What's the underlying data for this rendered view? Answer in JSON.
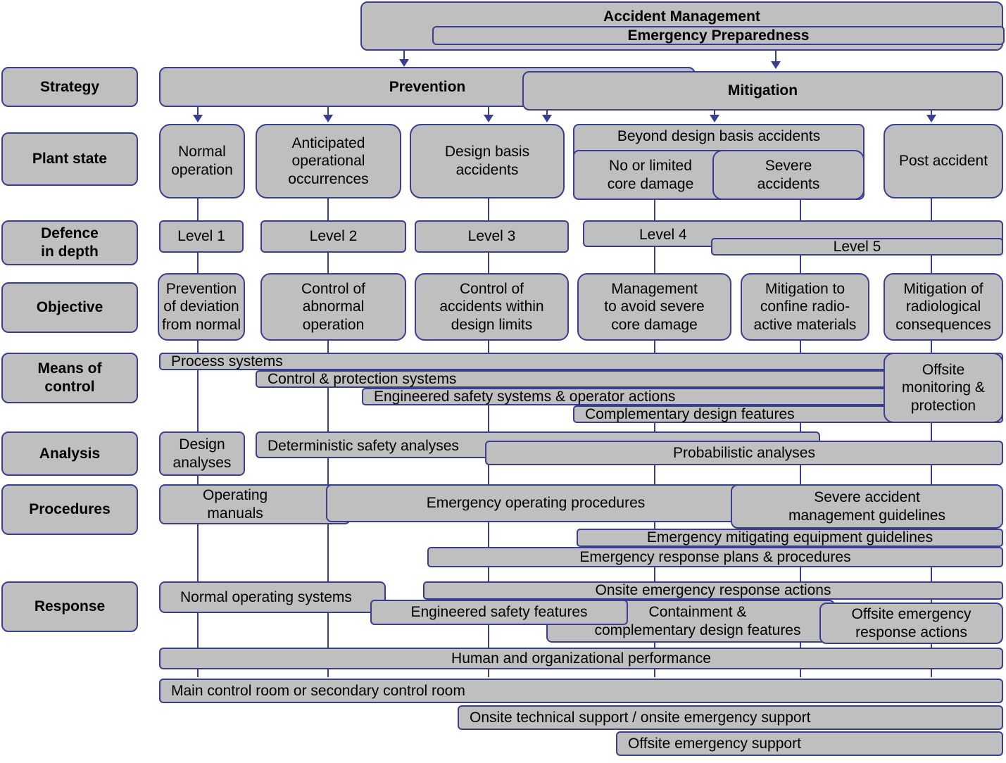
{
  "header": {
    "accident_management": "Accident Management",
    "emergency_preparedness": "Emergency Preparedness"
  },
  "rows": {
    "strategy": "Strategy",
    "plant_state": "Plant state",
    "defence": "Defence\nin depth",
    "objective": "Objective",
    "means": "Means of\ncontrol",
    "analysis": "Analysis",
    "procedures": "Procedures",
    "response": "Response"
  },
  "strategy": {
    "prevention": "Prevention",
    "mitigation": "Mitigation"
  },
  "plant_state": {
    "normal": "Normal\noperation",
    "anticipated": "Anticipated\noperational\noccurrences",
    "dba": "Design basis\naccidents",
    "bdba": "Beyond design basis accidents",
    "no_limited": "No or limited\ncore damage",
    "severe": "Severe\naccidents",
    "post": "Post accident"
  },
  "defence": {
    "level1": "Level 1",
    "level2": "Level 2",
    "level3": "Level 3",
    "level4": "Level 4",
    "level5": "Level 5"
  },
  "objective": {
    "o1": "Prevention\nof deviation\nfrom normal",
    "o2": "Control of\nabnormal\noperation",
    "o3": "Control of\naccidents within\ndesign limits",
    "o4": "Management\nto avoid severe\ncore damage",
    "o5": "Mitigation to\nconfine radio-\nactive materials",
    "o6": "Mitigation of\nradiological\nconsequences"
  },
  "means": {
    "process": "Process systems",
    "control": "Control & protection systems",
    "engineered": "Engineered safety systems & operator actions",
    "complementary": "Complementary design features",
    "offsite": "Offsite\nmonitoring &\nprotection"
  },
  "analysis": {
    "design": "Design\nanalyses",
    "deterministic": "Deterministic safety analyses",
    "probabilistic": "Probabilistic analyses"
  },
  "procedures": {
    "manuals": "Operating\nmanuals",
    "eop": "Emergency operating procedures",
    "samg": "Severe accident\nmanagement guidelines",
    "emeg": "Emergency mitigating equipment guidelines",
    "erp": "Emergency response plans & procedures"
  },
  "response": {
    "normal_systems": "Normal operating systems",
    "onsite_actions": "Onsite emergency response actions",
    "esf": "Engineered safety features",
    "containment": "Containment &\ncomplementary design features",
    "offsite_actions": "Offsite emergency\nresponse actions",
    "human": "Human and organizational performance",
    "control_room": "Main control room or secondary control room",
    "onsite_support": "Onsite technical support  / onsite emergency support",
    "offsite_support": "Offsite emergency support"
  },
  "colors": {
    "border": "#3b3d8f",
    "fill": "#bfbfbf"
  }
}
